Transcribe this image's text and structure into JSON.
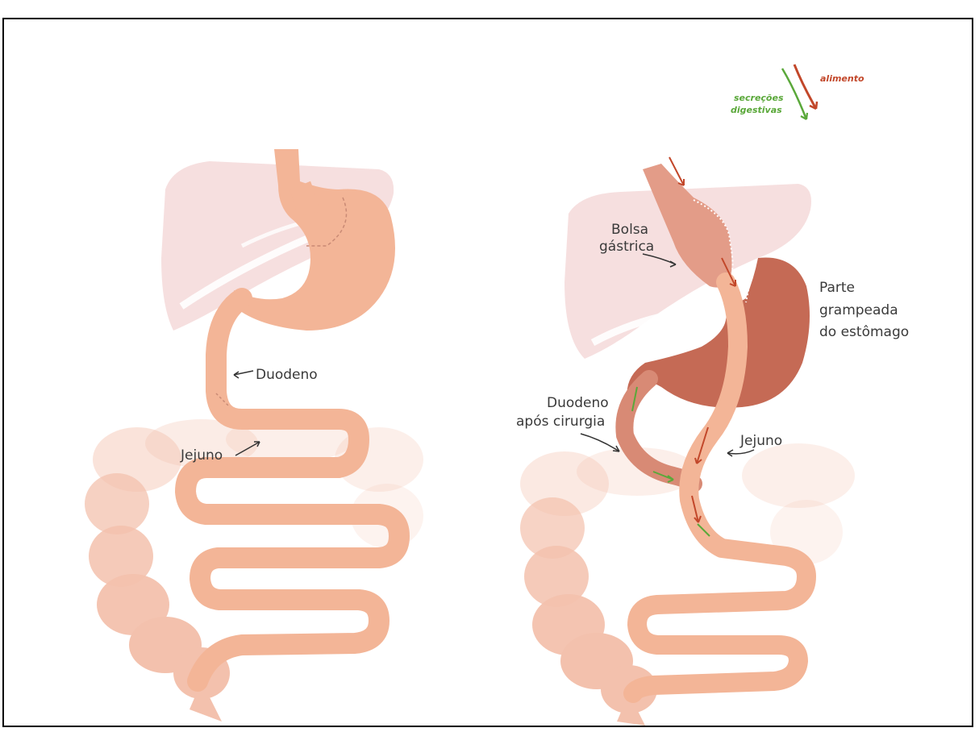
{
  "caption": "",
  "colors": {
    "intestine": "#f4b8a0",
    "intestine_light": "#f7c8b4",
    "liver": "#f5dcdc",
    "colon": "#f3c1ad",
    "stomach": "#f3b597",
    "pouch": "#e39c88",
    "stapled": "#c56a55",
    "food_arrow": "#c2472a",
    "secretions_arrow": "#5aa83a",
    "label": "#3a3a3a"
  },
  "legend": {
    "food": "alimento",
    "secretions_line1": "secreções",
    "secretions_line2": "digestivas"
  },
  "left": {
    "duodeno": "Duodeno",
    "jejuno": "Jejuno"
  },
  "right": {
    "bolsa_line1": "Bolsa",
    "bolsa_line2": "gástrica",
    "parte_line1": "Parte",
    "parte_line2": "grampeada",
    "parte_line3": "do estômago",
    "duodeno_line1": "Duodeno",
    "duodeno_line2": "após cirurgia",
    "jejuno": "Jejuno"
  }
}
